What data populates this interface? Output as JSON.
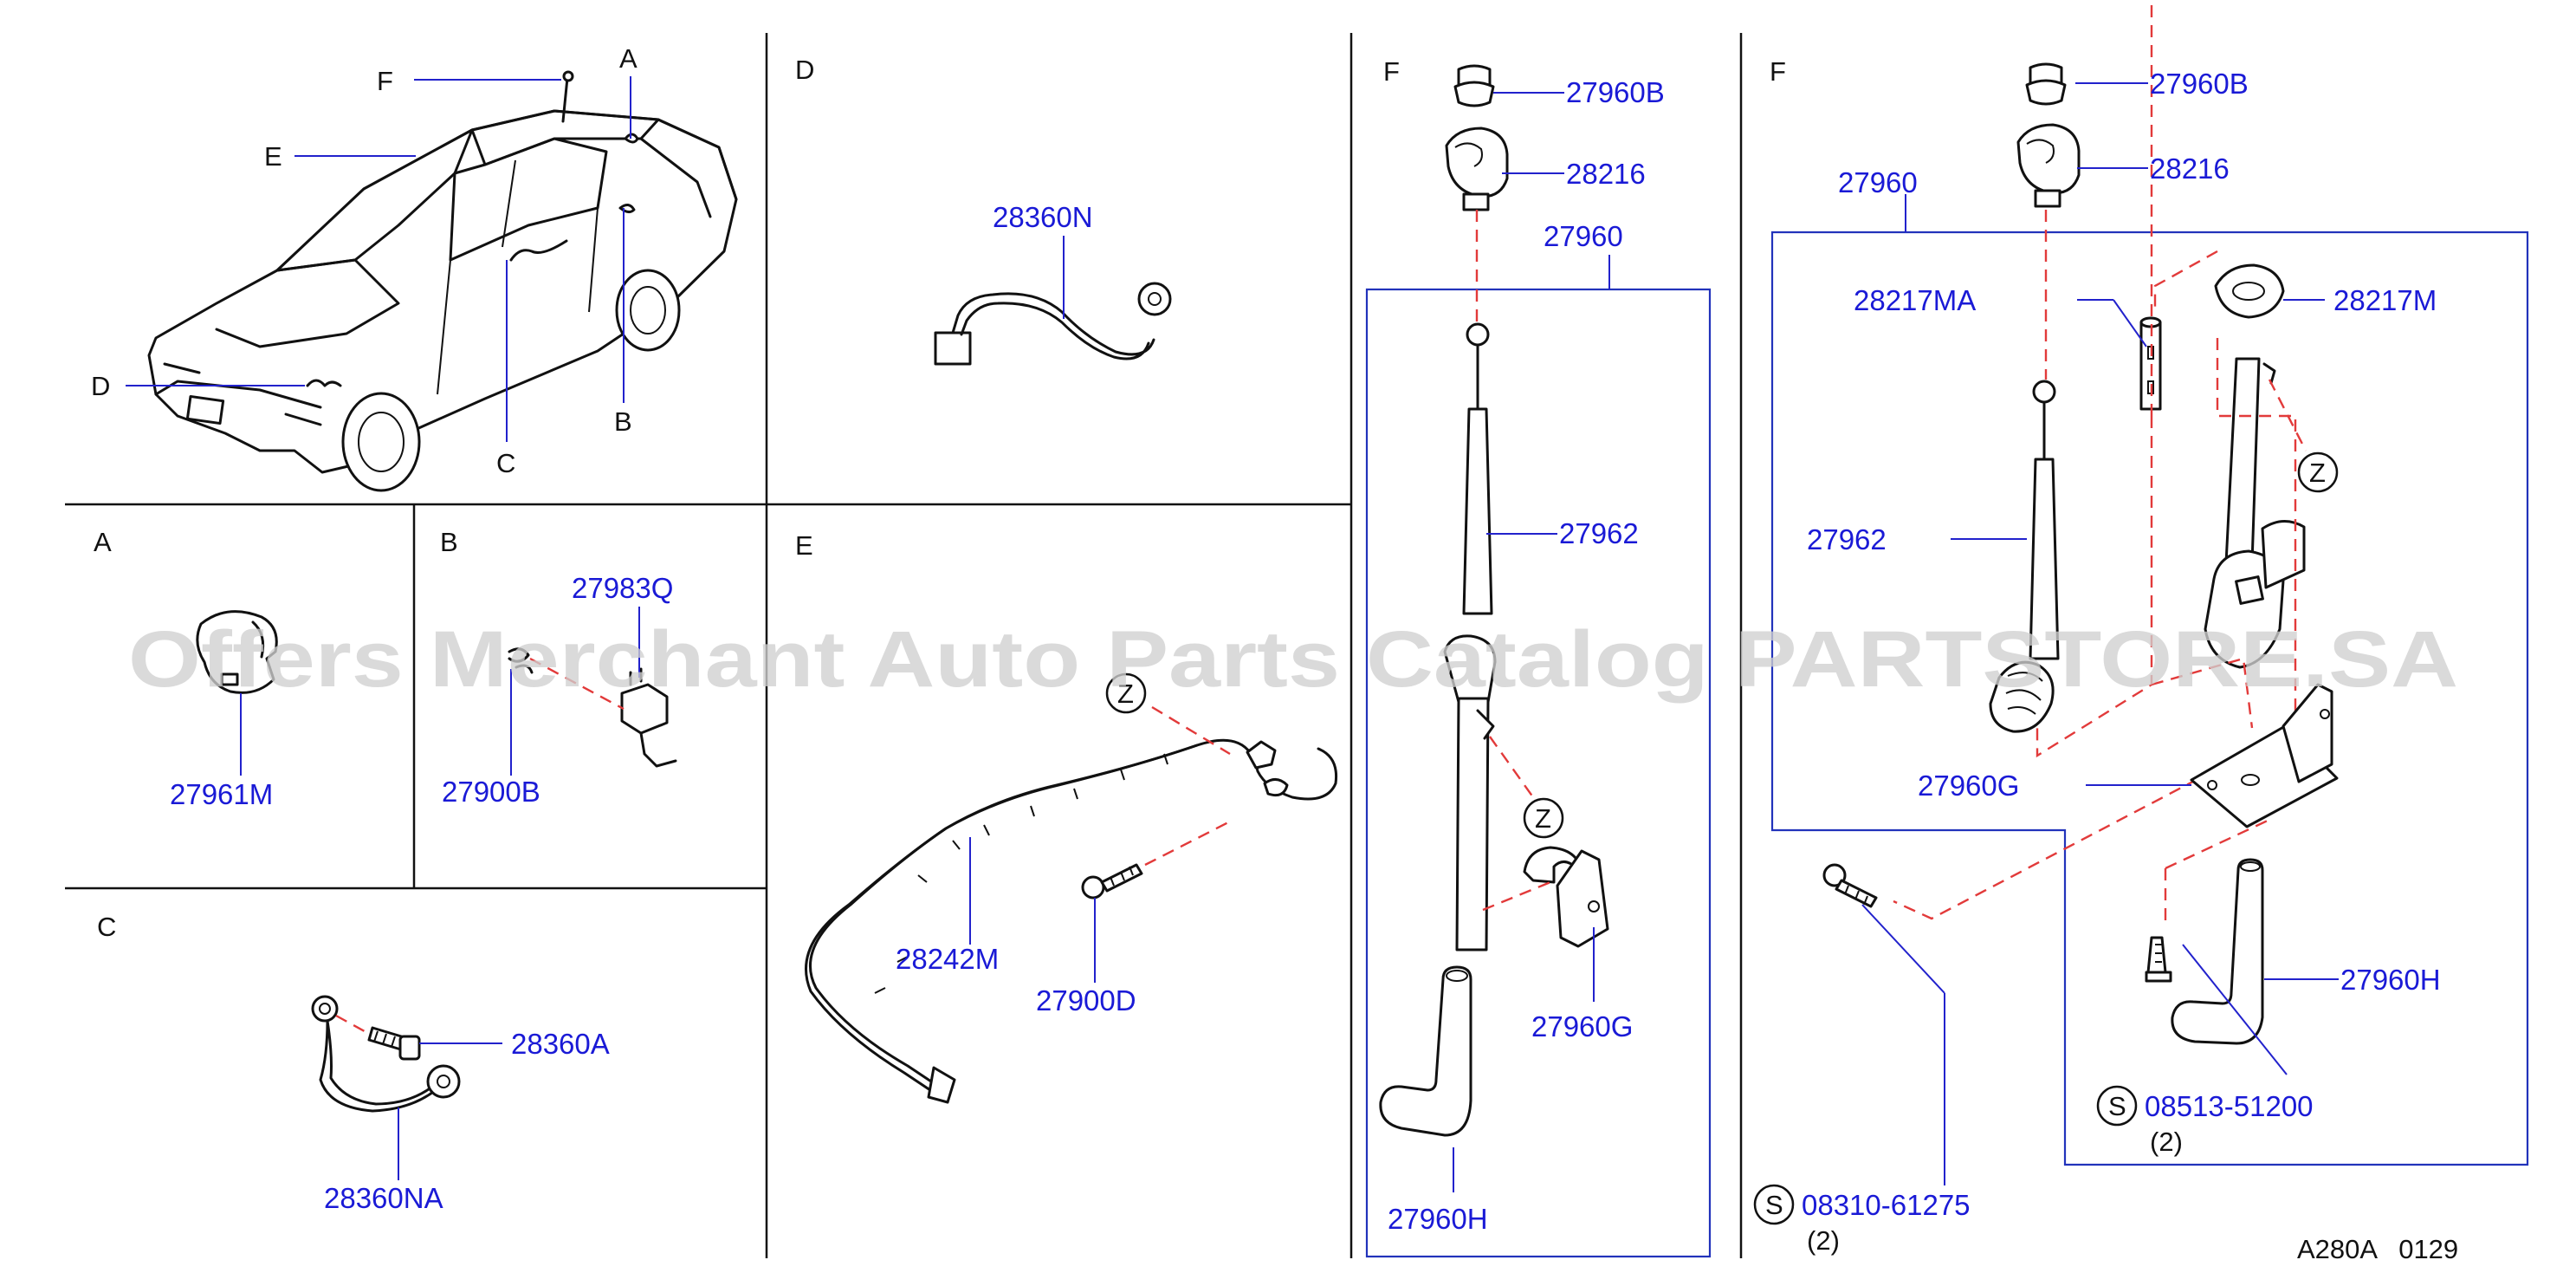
{
  "sections": {
    "overview_refs": [
      "A",
      "B",
      "C",
      "D",
      "E",
      "F"
    ],
    "A": "A",
    "B": "B",
    "C": "C",
    "D": "D",
    "E": "E",
    "F1": "F",
    "F2": "F"
  },
  "z_marker": "Z",
  "s_marker": "S",
  "parts": {
    "p27961M": "27961M",
    "p27983Q": "27983Q",
    "p27900B": "27900B",
    "p28360A": "28360A",
    "p28360NA": "28360NA",
    "p28360N": "28360N",
    "p28242M": "28242M",
    "p27900D": "27900D",
    "f1_27960B": "27960B",
    "f1_28216": "28216",
    "f1_27960": "27960",
    "f1_27962": "27962",
    "f1_27960G": "27960G",
    "f1_27960H": "27960H",
    "f2_27960B": "27960B",
    "f2_28216": "28216",
    "f2_27960": "27960",
    "f2_28217MA": "28217MA",
    "f2_28217M": "28217M",
    "f2_27962": "27962",
    "f2_27960G": "27960G",
    "f2_27960H": "27960H",
    "f2_08513": "08513-51200",
    "f2_08310": "08310-61275"
  },
  "quantities": {
    "q1": "(2)",
    "q2": "(2)"
  },
  "diagram_code": "A280A   0129",
  "watermark": "Offers Merchant Auto Parts Catalog PARTSTORE.SA",
  "colors": {
    "label": "#1a1ad6",
    "leader": "#2222cc",
    "dashed_link": "#e23a3a",
    "box": "#2233bb",
    "line": "#111111"
  }
}
